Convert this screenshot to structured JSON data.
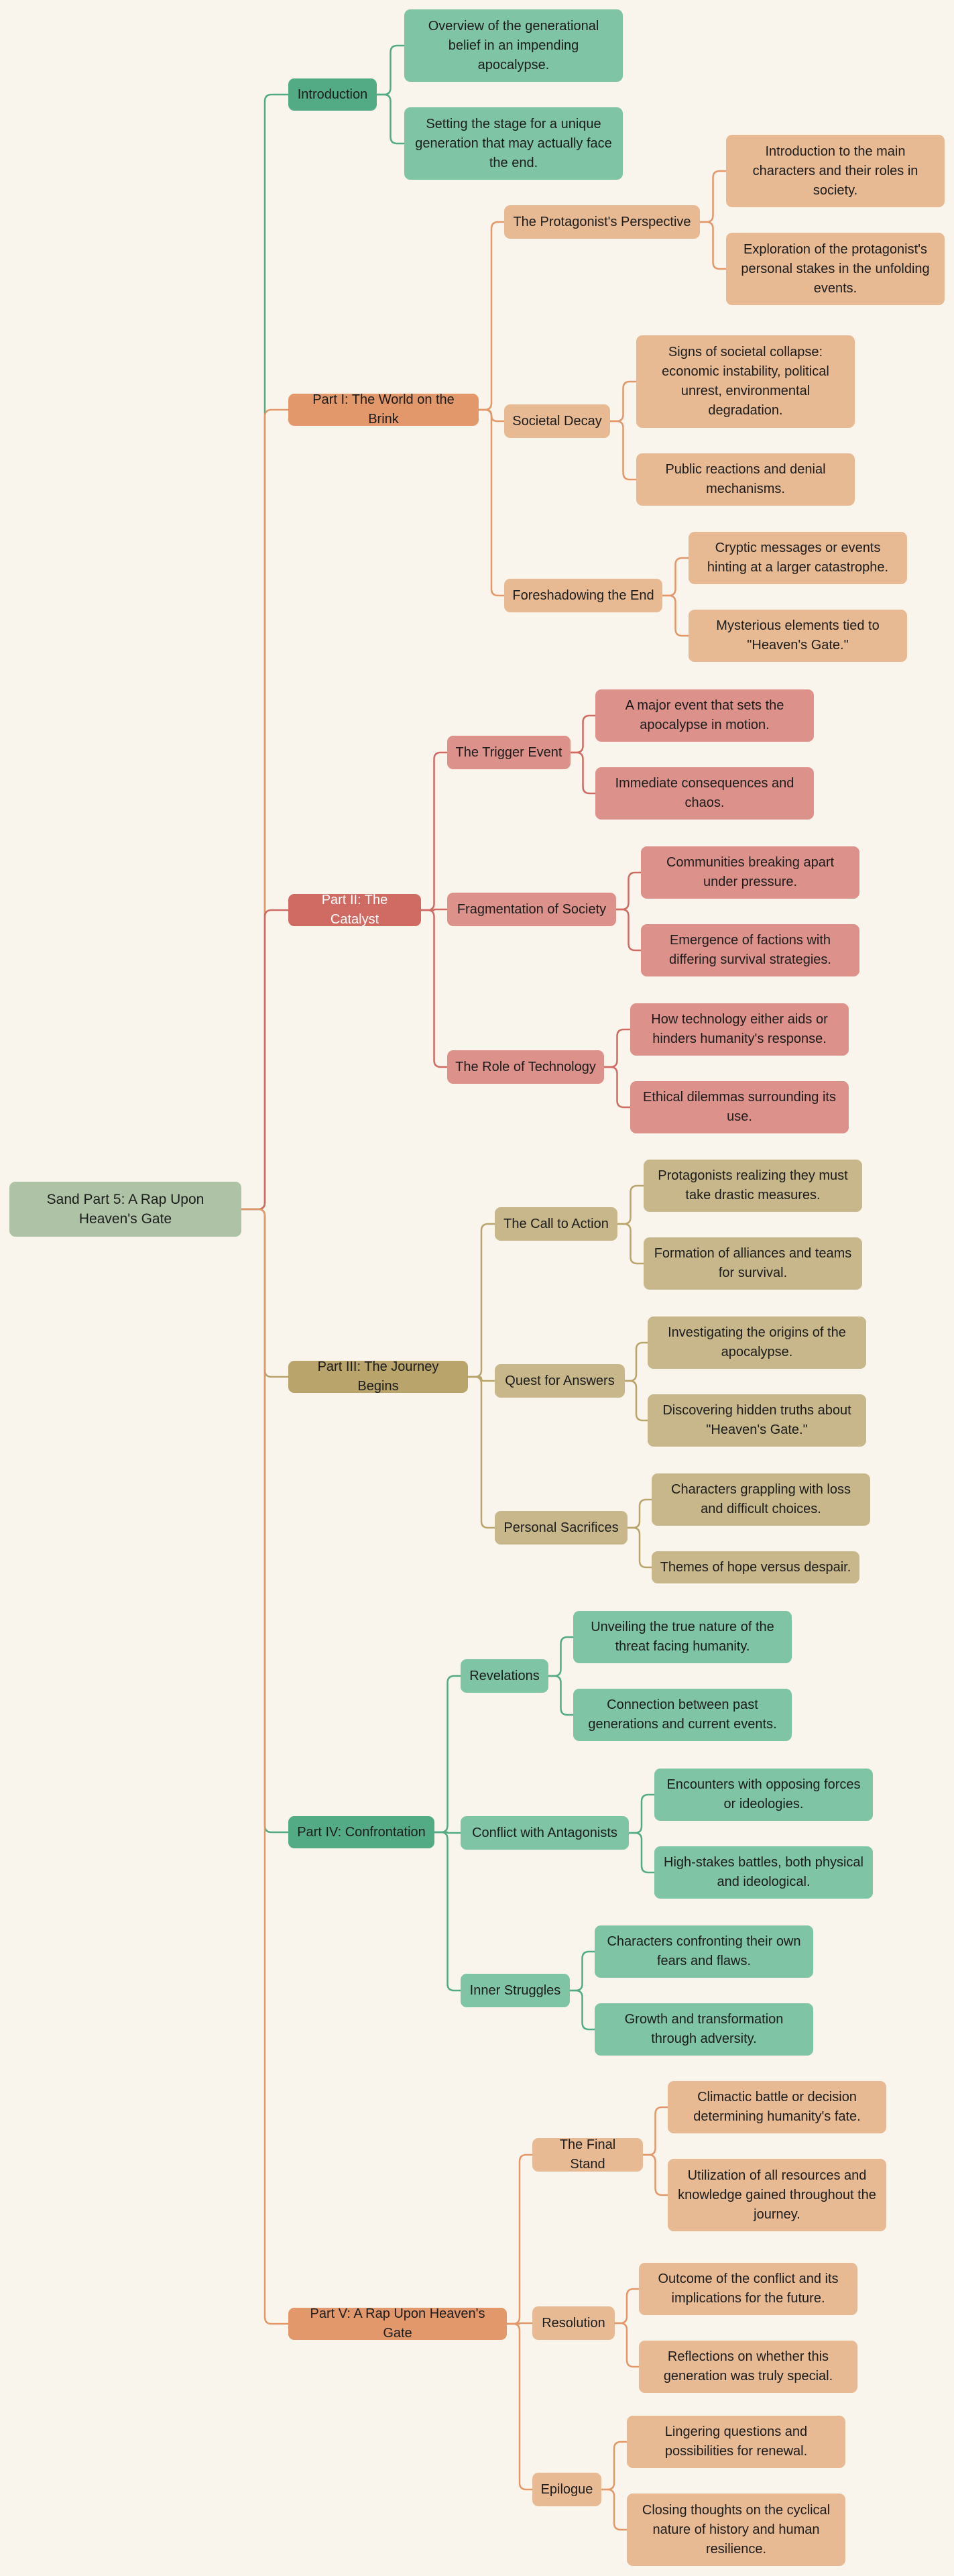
{
  "mindmap": {
    "root": {
      "label": "Sand Part 5: A Rap Upon Heaven's Gate",
      "color": "#aec3a6",
      "children": [
        {
          "label": "Introduction",
          "color": "#52ab84",
          "edge": "#52ab84",
          "text_color": "#1c1c1c",
          "children": [
            {
              "label": "Overview of the generational belief in an impending apocalypse.",
              "color": "#7fc4a5"
            },
            {
              "label": "Setting the stage for a unique generation that may actually face the end.",
              "color": "#7fc4a5"
            }
          ]
        },
        {
          "label": "Part I: The World on the Brink",
          "color": "#e2986a",
          "edge": "#e2986a",
          "text_color": "#1c1c1c",
          "children": [
            {
              "label": "The Protagonist's Perspective",
              "color": "#e8ba94",
              "children": [
                {
                  "label": "Introduction to the main characters and their roles in society.",
                  "color": "#e8ba94"
                },
                {
                  "label": "Exploration of the protagonist's personal stakes in the unfolding events.",
                  "color": "#e8ba94"
                }
              ]
            },
            {
              "label": "Societal Decay",
              "color": "#e8ba94",
              "children": [
                {
                  "label": "Signs of societal collapse: economic instability, political unrest, environmental degradation.",
                  "color": "#e8ba94"
                },
                {
                  "label": "Public reactions and denial mechanisms.",
                  "color": "#e8ba94"
                }
              ]
            },
            {
              "label": "Foreshadowing the End",
              "color": "#e8ba94",
              "children": [
                {
                  "label": "Cryptic messages or events hinting at a larger catastrophe.",
                  "color": "#e8ba94"
                },
                {
                  "label": "Mysterious elements tied to \"Heaven's Gate.\"",
                  "color": "#e8ba94"
                }
              ]
            }
          ]
        },
        {
          "label": "Part II: The Catalyst",
          "color": "#cf6b63",
          "edge": "#cf6b63",
          "text_color": "#ffffff",
          "children": [
            {
              "label": "The Trigger Event",
              "color": "#dc918b",
              "children": [
                {
                  "label": "A major event that sets the apocalypse in motion.",
                  "color": "#dc918b"
                },
                {
                  "label": "Immediate consequences and chaos.",
                  "color": "#dc918b"
                }
              ]
            },
            {
              "label": "Fragmentation of Society",
              "color": "#dc918b",
              "children": [
                {
                  "label": "Communities breaking apart under pressure.",
                  "color": "#dc918b"
                },
                {
                  "label": "Emergence of factions with differing survival strategies.",
                  "color": "#dc918b"
                }
              ]
            },
            {
              "label": "The Role of Technology",
              "color": "#dc918b",
              "children": [
                {
                  "label": "How technology either aids or hinders humanity's response.",
                  "color": "#dc918b"
                },
                {
                  "label": "Ethical dilemmas surrounding its use.",
                  "color": "#dc918b"
                }
              ]
            }
          ]
        },
        {
          "label": "Part III: The Journey Begins",
          "color": "#b9a46c",
          "edge": "#b9a46c",
          "text_color": "#1c1c1c",
          "children": [
            {
              "label": "The Call to Action",
              "color": "#c7b78a",
              "children": [
                {
                  "label": "Protagonists realizing they must take drastic measures.",
                  "color": "#c7b78a"
                },
                {
                  "label": "Formation of alliances and teams for survival.",
                  "color": "#c7b78a"
                }
              ]
            },
            {
              "label": "Quest for Answers",
              "color": "#c7b78a",
              "children": [
                {
                  "label": "Investigating the origins of the apocalypse.",
                  "color": "#c7b78a"
                },
                {
                  "label": "Discovering hidden truths about \"Heaven's Gate.\"",
                  "color": "#c7b78a"
                }
              ]
            },
            {
              "label": "Personal Sacrifices",
              "color": "#c7b78a",
              "children": [
                {
                  "label": "Characters grappling with loss and difficult choices.",
                  "color": "#c7b78a"
                },
                {
                  "label": "Themes of hope versus despair.",
                  "color": "#c7b78a"
                }
              ]
            }
          ]
        },
        {
          "label": "Part IV: Confrontation",
          "color": "#52ab84",
          "edge": "#52ab84",
          "text_color": "#1c1c1c",
          "children": [
            {
              "label": "Revelations",
              "color": "#7fc4a5",
              "children": [
                {
                  "label": "Unveiling the true nature of the threat facing humanity.",
                  "color": "#7fc4a5"
                },
                {
                  "label": "Connection between past generations and current events.",
                  "color": "#7fc4a5"
                }
              ]
            },
            {
              "label": "Conflict with Antagonists",
              "color": "#7fc4a5",
              "children": [
                {
                  "label": "Encounters with opposing forces or ideologies.",
                  "color": "#7fc4a5"
                },
                {
                  "label": "High-stakes battles, both physical and ideological.",
                  "color": "#7fc4a5"
                }
              ]
            },
            {
              "label": "Inner Struggles",
              "color": "#7fc4a5",
              "children": [
                {
                  "label": "Characters confronting their own fears and flaws.",
                  "color": "#7fc4a5"
                },
                {
                  "label": "Growth and transformation through adversity.",
                  "color": "#7fc4a5"
                }
              ]
            }
          ]
        },
        {
          "label": "Part V: A Rap Upon Heaven's Gate",
          "color": "#e2986a",
          "edge": "#e2986a",
          "text_color": "#1c1c1c",
          "children": [
            {
              "label": "The Final Stand",
              "color": "#e8ba94",
              "children": [
                {
                  "label": "Climactic battle or decision determining humanity's fate.",
                  "color": "#e8ba94"
                },
                {
                  "label": "Utilization of all resources and knowledge gained throughout the journey.",
                  "color": "#e8ba94"
                }
              ]
            },
            {
              "label": "Resolution",
              "color": "#e8ba94",
              "children": [
                {
                  "label": "Outcome of the conflict and its implications for the future.",
                  "color": "#e8ba94"
                },
                {
                  "label": "Reflections on whether this generation was truly special.",
                  "color": "#e8ba94"
                }
              ]
            },
            {
              "label": "Epilogue",
              "color": "#e8ba94",
              "children": [
                {
                  "label": "Lingering questions and possibilities for renewal.",
                  "color": "#e8ba94"
                },
                {
                  "label": "Closing thoughts on the cyclical nature of history and human resilience.",
                  "color": "#e8ba94"
                }
              ]
            }
          ]
        }
      ]
    }
  }
}
